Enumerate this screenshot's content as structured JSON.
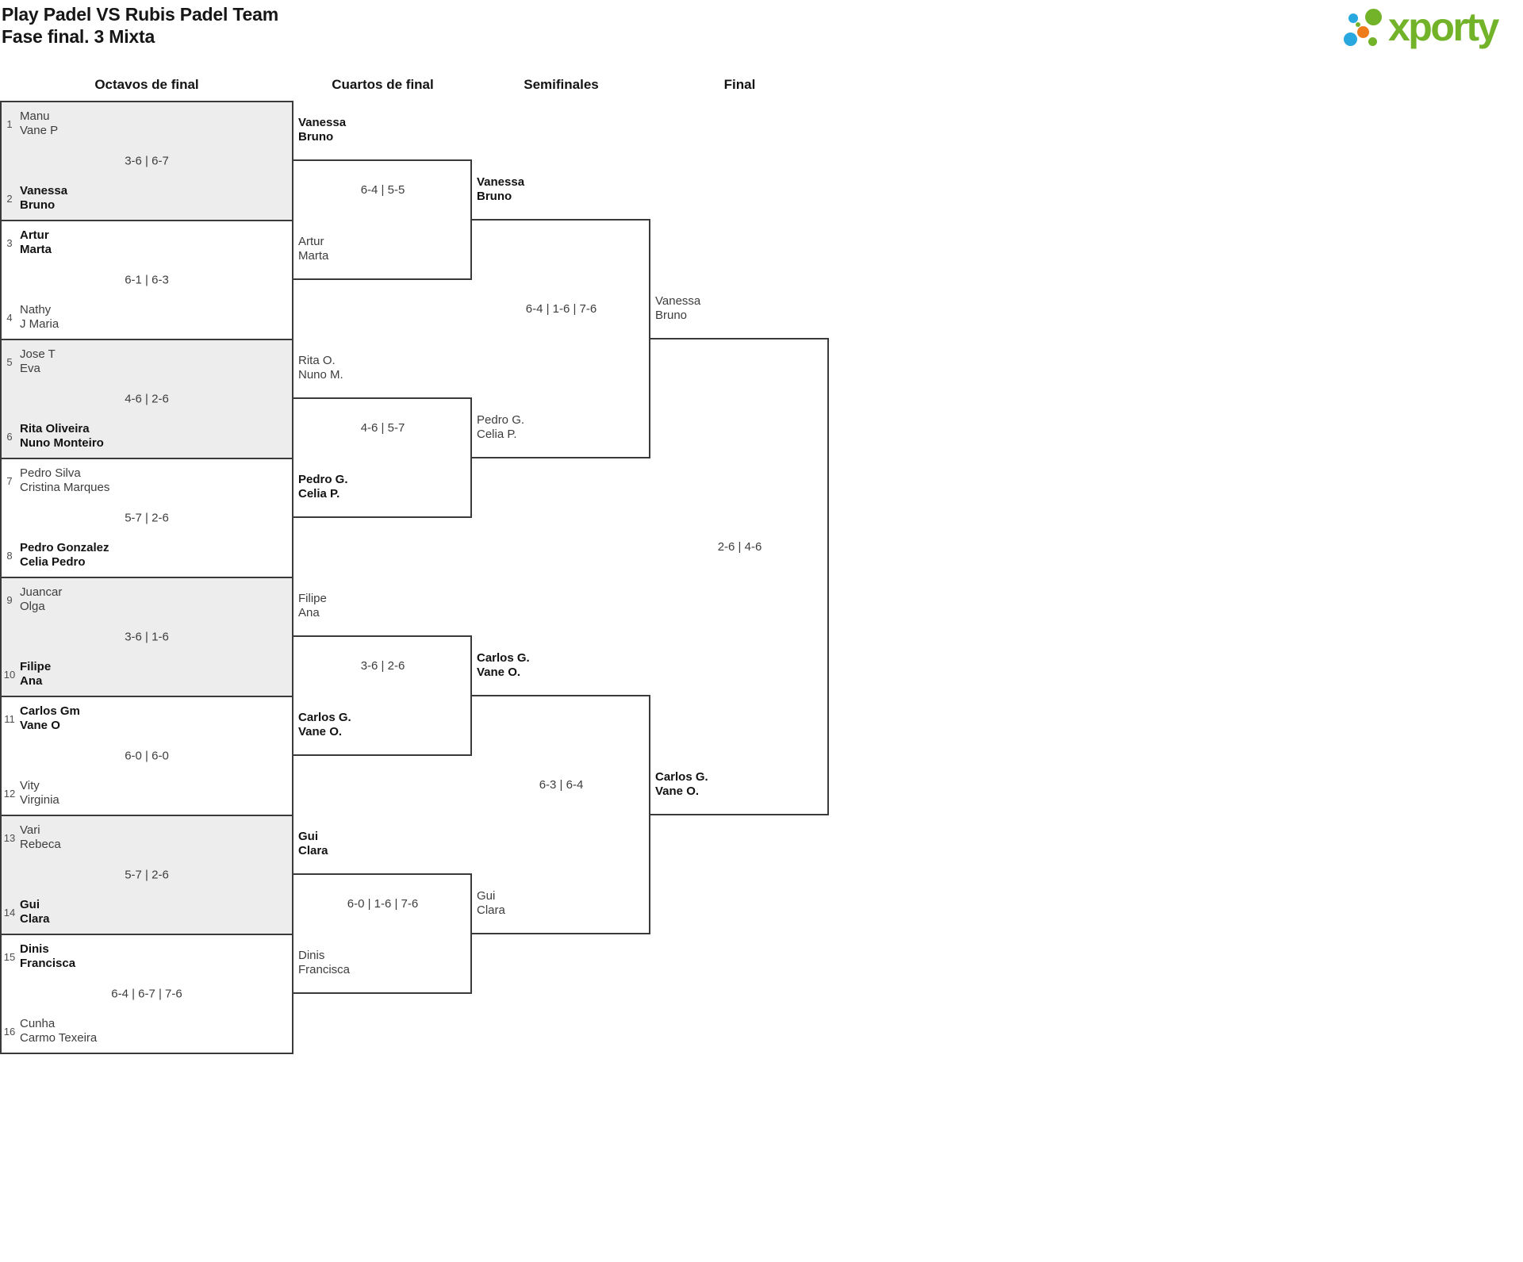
{
  "header": {
    "title": "Play Padel VS Rubis Padel Team",
    "subtitle": "Fase final. 3 Mixta"
  },
  "logo": {
    "brand": "xporty"
  },
  "rounds": {
    "r16": "Octavos de final",
    "qf": "Cuartos de final",
    "sf": "Semifinales",
    "f": "Final"
  },
  "octavos": [
    {
      "seed1": "1",
      "team1": [
        "Manu",
        "Vane P"
      ],
      "score": "3-6 | 6-7",
      "seed2": "2",
      "team2": [
        "Vanessa",
        "Bruno"
      ],
      "winner": "team2"
    },
    {
      "seed1": "3",
      "team1": [
        "Artur",
        "Marta"
      ],
      "score": "6-1 | 6-3",
      "seed2": "4",
      "team2": [
        "Nathy",
        "J Maria"
      ],
      "winner": "team1"
    },
    {
      "seed1": "5",
      "team1": [
        "Jose T",
        "Eva"
      ],
      "score": "4-6 | 2-6",
      "seed2": "6",
      "team2": [
        "Rita Oliveira",
        "Nuno Monteiro"
      ],
      "winner": "team2"
    },
    {
      "seed1": "7",
      "team1": [
        "Pedro Silva",
        "Cristina Marques"
      ],
      "score": "5-7 | 2-6",
      "seed2": "8",
      "team2": [
        "Pedro Gonzalez",
        "Celia Pedro"
      ],
      "winner": "team2"
    },
    {
      "seed1": "9",
      "team1": [
        "Juancar",
        "Olga"
      ],
      "score": "3-6 | 1-6",
      "seed2": "10",
      "team2": [
        "Filipe",
        "Ana"
      ],
      "winner": "team2"
    },
    {
      "seed1": "11",
      "team1": [
        "Carlos Gm",
        "Vane O"
      ],
      "score": "6-0 | 6-0",
      "seed2": "12",
      "team2": [
        "Vity",
        "Virginia"
      ],
      "winner": "team1"
    },
    {
      "seed1": "13",
      "team1": [
        "Vari",
        "Rebeca"
      ],
      "score": "5-7 | 2-6",
      "seed2": "14",
      "team2": [
        "Gui",
        "Clara"
      ],
      "winner": "team2"
    },
    {
      "seed1": "15",
      "team1": [
        "Dinis",
        "Francisca"
      ],
      "score": "6-4 | 6-7 | 7-6",
      "seed2": "16",
      "team2": [
        "Cunha",
        "Carmo Texeira"
      ],
      "winner": "team1"
    }
  ],
  "cuartos": [
    {
      "team1": [
        "Vanessa",
        "Bruno"
      ],
      "score": "6-4 | 5-5",
      "team2": [
        "Artur",
        "Marta"
      ],
      "winner": "team1"
    },
    {
      "team1": [
        "Rita O.",
        "Nuno M."
      ],
      "score": "4-6 | 5-7",
      "team2": [
        "Pedro G.",
        "Celia P."
      ],
      "winner": "team2"
    },
    {
      "team1": [
        "Filipe",
        "Ana"
      ],
      "score": "3-6 | 2-6",
      "team2": [
        "Carlos G.",
        "Vane O."
      ],
      "winner": "team2"
    },
    {
      "team1": [
        "Gui",
        "Clara"
      ],
      "score": "6-0 | 1-6 | 7-6",
      "team2": [
        "Dinis",
        "Francisca"
      ],
      "winner": "team1"
    }
  ],
  "semifinales": [
    {
      "team1": [
        "Vanessa",
        "Bruno"
      ],
      "score": "6-4 | 1-6 | 7-6",
      "team2": [
        "Pedro G.",
        "Celia P."
      ],
      "winner": "team1"
    },
    {
      "team1": [
        "Carlos G.",
        "Vane O."
      ],
      "score": "6-3 | 6-4",
      "team2": [
        "Gui",
        "Clara"
      ],
      "winner": "team1"
    }
  ],
  "final": {
    "team1": [
      "Vanessa",
      "Bruno"
    ],
    "score": "2-6 | 4-6",
    "team2": [
      "Carlos G.",
      "Vane O."
    ],
    "winner": "team2"
  },
  "colors": {
    "accent_green": "#72b32a",
    "accent_blue": "#29a8e0",
    "accent_orange": "#ee7c1a",
    "box_gray": "#ededed",
    "line": "#3a3a3a"
  }
}
